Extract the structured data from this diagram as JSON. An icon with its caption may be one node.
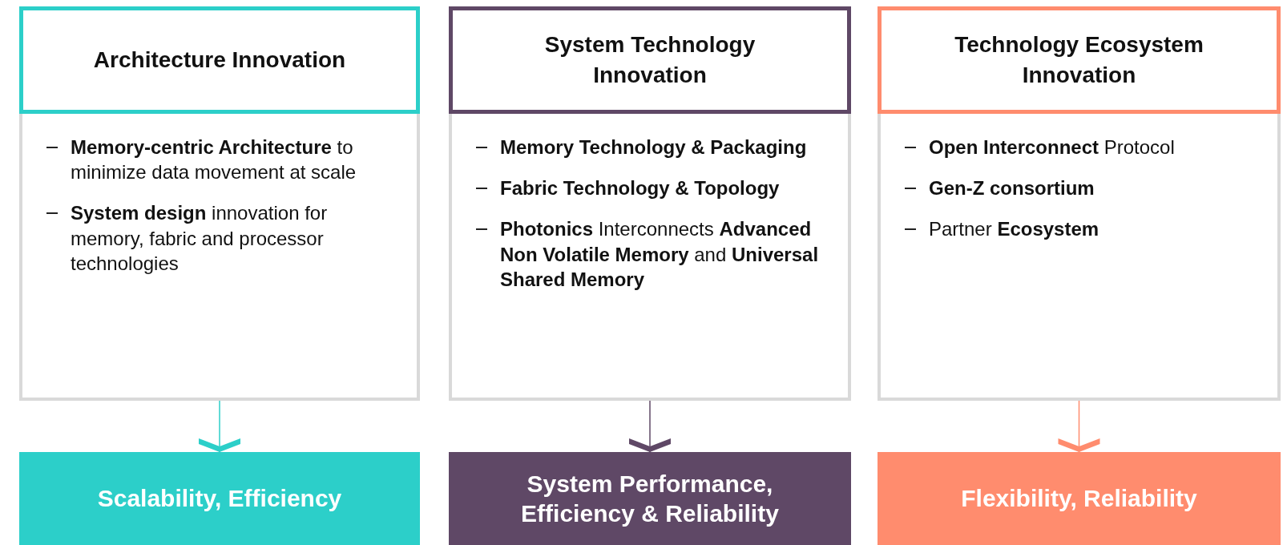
{
  "diagram": {
    "nodes": [
      {
        "text": [
          "Architecture Innovation"
        ]
      },
      {
        "text": [
          "**Memory-centric Architecture** to minimize data movement at scale",
          "**System design** innovation for memory, fabric and processor technologies"
        ]
      },
      {
        "text": [
          "Scalability, Efficiency"
        ]
      },
      {
        "text": [
          "System Technology Innovation"
        ]
      },
      {
        "text": [
          "**Memory Technology & Packaging**",
          "**Fabric Technology & Topology**",
          "**Photonics** Interconnects **Advanced Non Volatile Memory** and **Universal Shared Memory**"
        ]
      },
      {
        "text": [
          "System Performance, Efficiency & Reliability"
        ]
      },
      {
        "text": [
          "Technology Ecosystem Innovation"
        ]
      },
      {
        "text": [
          "**Open Interconnect** Protocol",
          "**Gen-Z consortium**",
          "Partner **Ecosystem**"
        ]
      },
      {
        "text": [
          "Flexibility, Reliability"
        ]
      }
    ],
    "edges": [
      {
        "from": 1,
        "to": 2,
        "arrow": "to",
        "color": "#2ccfc9"
      },
      {
        "from": 4,
        "to": 5,
        "arrow": "to",
        "color": "#5f4866"
      },
      {
        "from": 7,
        "to": 8,
        "arrow": "to",
        "color": "#ff8c6e"
      }
    ]
  }
}
